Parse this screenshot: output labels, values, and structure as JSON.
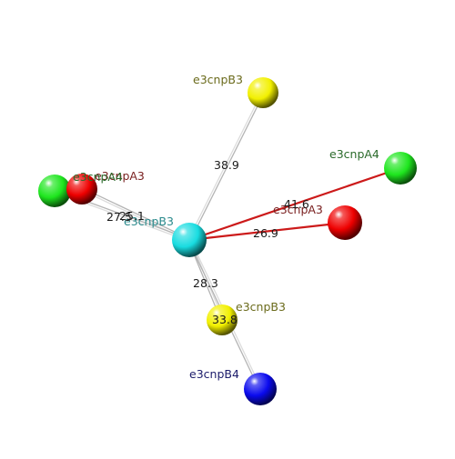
{
  "diagram": {
    "center_atom": {
      "id": "center",
      "label": "e3cnpB3",
      "color": "#18dce0",
      "label_color": "#2a8a8c"
    },
    "atoms": [
      {
        "id": "top_yellow",
        "label": "e3cnpB3",
        "color": "#f2f000",
        "label_color": "#6b6b1c"
      },
      {
        "id": "right_green",
        "label": "e3cnpA4",
        "color": "#1ee61e",
        "label_color": "#2a6a2a"
      },
      {
        "id": "right_red",
        "label": "e3cnpA3",
        "color": "#ee0000",
        "label_color": "#7a2020"
      },
      {
        "id": "left_red",
        "label": "e3cnpA3",
        "color": "#ee0000",
        "label_color": "#7a2020"
      },
      {
        "id": "left_green",
        "label": "e3cnpA4",
        "color": "#1ee61e",
        "label_color": "#2a6a2a"
      },
      {
        "id": "bottom_yellow",
        "label": "e3cnpB3",
        "color": "#f2f000",
        "label_color": "#6b6b1c"
      },
      {
        "id": "bottom_blue",
        "label": "e3cnpB4",
        "color": "#0a0aee",
        "label_color": "#1c1c6b"
      }
    ],
    "bonds": [
      {
        "to": "top_yellow",
        "distance": "38.9",
        "color": "#c8c8c8"
      },
      {
        "to": "right_green",
        "distance": "41.6",
        "color": "#cc1a1a"
      },
      {
        "to": "right_red",
        "distance": "26.9",
        "color": "#cc1a1a"
      },
      {
        "to": "left_red",
        "distance": "25.1",
        "color": "#c8c8c8"
      },
      {
        "to": "left_green",
        "distance": "27.5",
        "color": "#c8c8c8"
      },
      {
        "to": "bottom_yellow",
        "distance": "28.3",
        "color": "#c8c8c8"
      },
      {
        "to": "bottom_blue",
        "distance": "33.8",
        "color": "#c8c8c8"
      }
    ]
  }
}
